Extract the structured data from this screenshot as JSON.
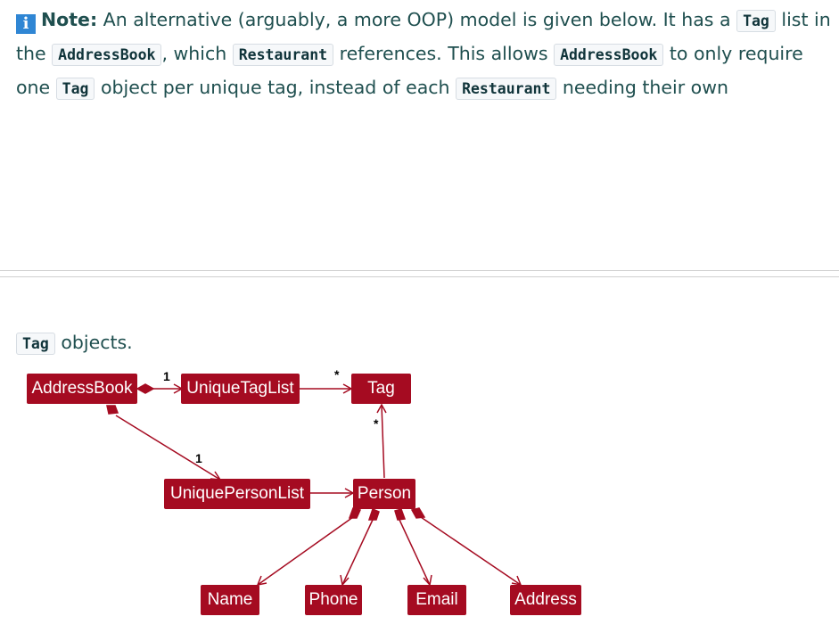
{
  "note": {
    "label": "Note:",
    "segments": [
      " An alternative (arguably, a more OOP) model is given below. It has a ",
      "Tag",
      " list in the ",
      "AddressBook",
      ", which ",
      "Restaurant",
      " references. This allows ",
      "AddressBook",
      " to only require one ",
      "Tag",
      " object per unique tag, instead of each ",
      "Restaurant",
      " needing their own"
    ],
    "continuation": [
      "Tag",
      " objects."
    ]
  },
  "diagram": {
    "classes": {
      "address_book": "AddressBook",
      "unique_tag_list": "UniqueTagList",
      "tag": "Tag",
      "unique_person_list": "UniquePersonList",
      "person": "Person",
      "name": "Name",
      "phone": "Phone",
      "email": "Email",
      "address": "Address"
    },
    "multiplicities": {
      "ab_tag_list": "1",
      "tag_list_tag": "*",
      "person_tag": "*",
      "ab_person_list": "1"
    },
    "colors": {
      "class_fill": "#a50b21",
      "line": "#a50b21"
    }
  }
}
